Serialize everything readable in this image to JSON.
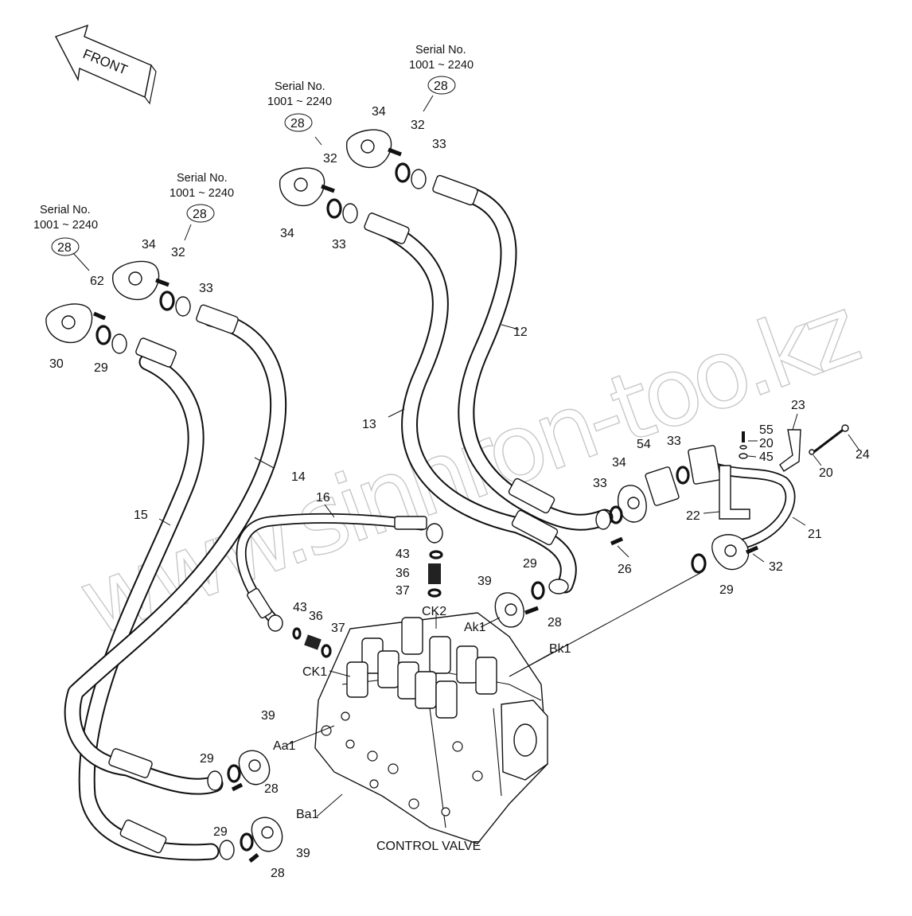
{
  "front_label": "FRONT",
  "serial_notes": [
    {
      "line1": "Serial No.",
      "line2": "1001 ~ 2240",
      "ref": "28"
    },
    {
      "line1": "Serial No.",
      "line2": "1001 ~ 2240",
      "ref": "28"
    },
    {
      "line1": "Serial No.",
      "line2": "1001 ~ 2240",
      "ref": "28"
    },
    {
      "line1": "Serial No.",
      "line2": "1001 ~ 2240",
      "ref": "28"
    }
  ],
  "part_numbers": {
    "n12": "12",
    "n13": "13",
    "n14": "14",
    "n15": "15",
    "n16": "16",
    "n20a": "20",
    "n20b": "20",
    "n21": "21",
    "n22": "22",
    "n23": "23",
    "n24": "24",
    "n26": "26",
    "n28a": "28",
    "n28b": "28",
    "n28c": "28",
    "n29a": "29",
    "n29b": "29",
    "n29c": "29",
    "n29d": "29",
    "n29e": "29",
    "n30": "30",
    "n32a": "32",
    "n32b": "32",
    "n32c": "32",
    "n32d": "32",
    "n33a": "33",
    "n33b": "33",
    "n33c": "33",
    "n33d": "33",
    "n33e": "33",
    "n34a": "34",
    "n34b": "34",
    "n34c": "34",
    "n34d": "34",
    "n36a": "36",
    "n36b": "36",
    "n37a": "37",
    "n37b": "37",
    "n39a": "39",
    "n39b": "39",
    "n39c": "39",
    "n43a": "43",
    "n43b": "43",
    "n45": "45",
    "n54": "54",
    "n55": "55",
    "n62": "62"
  },
  "port_labels": {
    "ck1": "CK1",
    "ck2": "CK2",
    "ak1": "Ak1",
    "bk1": "Bk1",
    "aa1": "Aa1",
    "ba1": "Ba1"
  },
  "component_label": "CONTROL VALVE",
  "watermark": "www.sinhron-too.kz"
}
